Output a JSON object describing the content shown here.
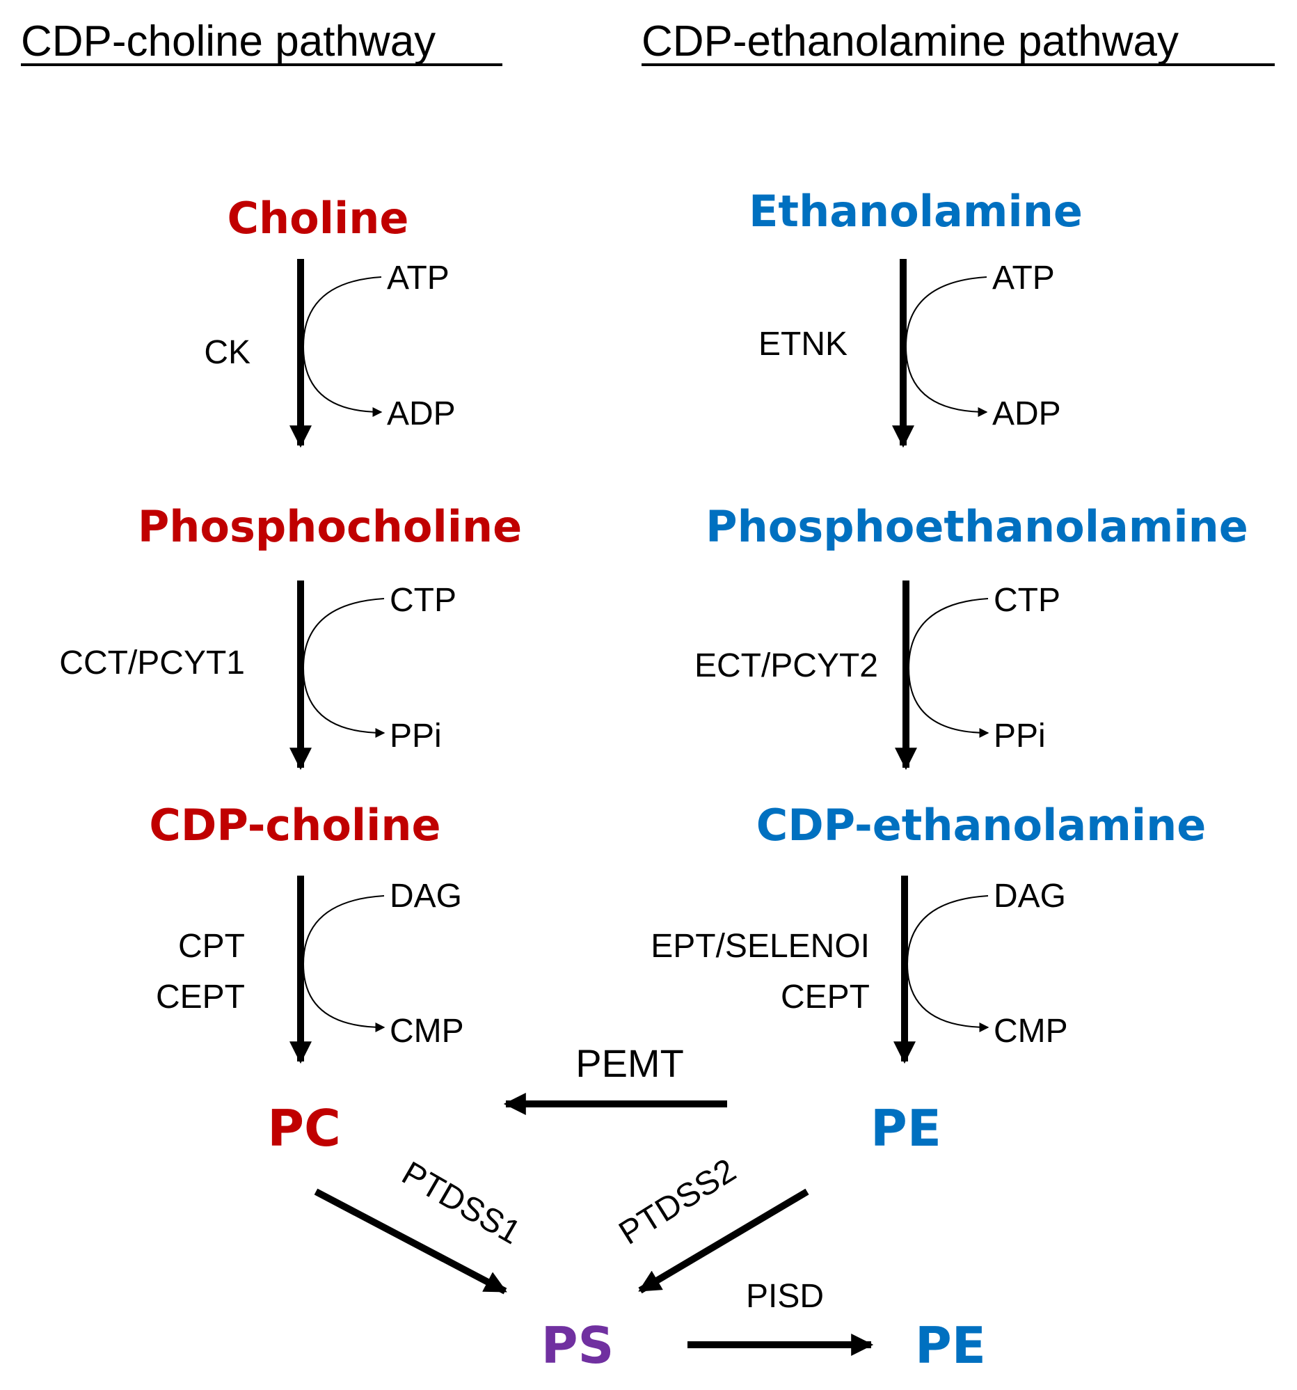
{
  "headings": {
    "choline_pathway": "CDP-choline pathway",
    "ethanolamine_pathway": "CDP-ethanolamine pathway"
  },
  "colors": {
    "choline": "#c00000",
    "ethanolamine": "#0070c0",
    "ps": "#7030a0",
    "arrow": "#000000"
  },
  "choline": {
    "choline": "Choline",
    "phosphocholine": "Phosphocholine",
    "cdp_choline": "CDP-choline",
    "pc": "PC",
    "step1": {
      "enzyme": "CK",
      "in": "ATP",
      "out": "ADP"
    },
    "step2": {
      "enzyme": "CCT/PCYT1",
      "in": "CTP",
      "out": "PPi"
    },
    "step3": {
      "enzyme_a": "CPT",
      "enzyme_b": "CEPT",
      "in": "DAG",
      "out": "CMP"
    }
  },
  "ethanolamine": {
    "ethanolamine": "Ethanolamine",
    "phosphoethanolamine": "Phosphoethanolamine",
    "cdp_ethanolamine": "CDP-ethanolamine",
    "pe": "PE",
    "step1": {
      "enzyme": "ETNK",
      "in": "ATP",
      "out": "ADP"
    },
    "step2": {
      "enzyme": "ECT/PCYT2",
      "in": "CTP",
      "out": "PPi"
    },
    "step3": {
      "enzyme_a": "EPT/SELENOI",
      "enzyme_b": "CEPT",
      "in": "DAG",
      "out": "CMP"
    }
  },
  "bottom": {
    "pemt": "PEMT",
    "ptdss1": "PTDSS1",
    "ptdss2": "PTDSS2",
    "pisd": "PISD",
    "ps": "PS",
    "pe": "PE"
  }
}
